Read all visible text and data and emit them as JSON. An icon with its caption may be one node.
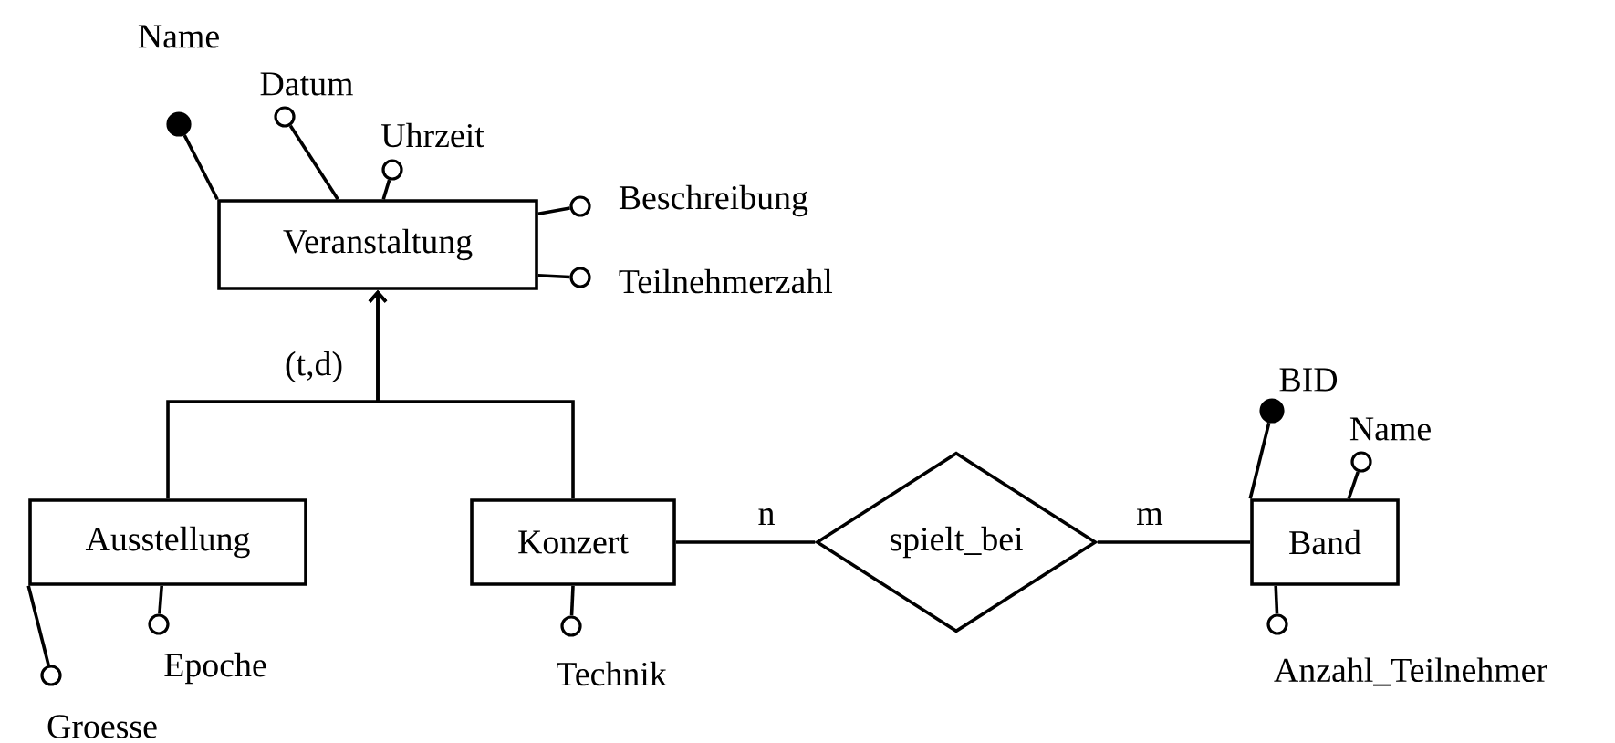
{
  "diagram": {
    "nodes": [
      {
        "text": [
          "Veranstaltung"
        ]
      },
      {
        "text": [
          "Ausstellung"
        ]
      },
      {
        "text": [
          "Konzert"
        ]
      },
      {
        "text": [
          "spielt_bei"
        ]
      },
      {
        "text": [
          "Band"
        ]
      },
      {
        "text": [],
        "shape": "dot",
        "beside": [
          "Name"
        ]
      },
      {
        "text": [],
        "shape": "circle",
        "beside": [
          "Datum"
        ]
      },
      {
        "text": [],
        "shape": "circle",
        "beside": [
          "Uhrzeit"
        ]
      },
      {
        "text": [],
        "shape": "circle",
        "beside": [
          "Beschreibung"
        ]
      },
      {
        "text": [],
        "shape": "circle",
        "beside": [
          "Teilnehmerzahl"
        ]
      },
      {
        "text": [],
        "shape": "circle",
        "beside": [
          "Groesse"
        ]
      },
      {
        "text": [],
        "shape": "circle",
        "beside": [
          "Epoche"
        ]
      },
      {
        "text": [],
        "shape": "circle",
        "beside": [
          "Technik"
        ]
      },
      {
        "text": [],
        "shape": "dot",
        "beside": [
          "BID"
        ]
      },
      {
        "text": [],
        "shape": "circle",
        "beside": [
          "Name"
        ]
      },
      {
        "text": [],
        "shape": "circle",
        "beside": [
          "Anzahl_Teilnehmer"
        ]
      }
    ],
    "edges": [
      {
        "from": 1,
        "to": 0,
        "arrow": "to",
        "label": "(t,d)"
      },
      {
        "from": 2,
        "to": 0,
        "arrow": "to"
      },
      {
        "from": 2,
        "to": 3,
        "arrow": "none",
        "label": "n"
      },
      {
        "from": 3,
        "to": 4,
        "arrow": "none",
        "label": "m"
      },
      {
        "from": 0,
        "to": 5,
        "arrow": "none"
      },
      {
        "from": 0,
        "to": 6,
        "arrow": "none"
      },
      {
        "from": 0,
        "to": 7,
        "arrow": "none"
      },
      {
        "from": 0,
        "to": 8,
        "arrow": "none"
      },
      {
        "from": 0,
        "to": 9,
        "arrow": "none"
      },
      {
        "from": 1,
        "to": 10,
        "arrow": "none"
      },
      {
        "from": 1,
        "to": 11,
        "arrow": "none"
      },
      {
        "from": 2,
        "to": 12,
        "arrow": "none"
      },
      {
        "from": 4,
        "to": 13,
        "arrow": "none"
      },
      {
        "from": 4,
        "to": 14,
        "arrow": "none"
      },
      {
        "from": 4,
        "to": 15,
        "arrow": "none"
      }
    ]
  }
}
